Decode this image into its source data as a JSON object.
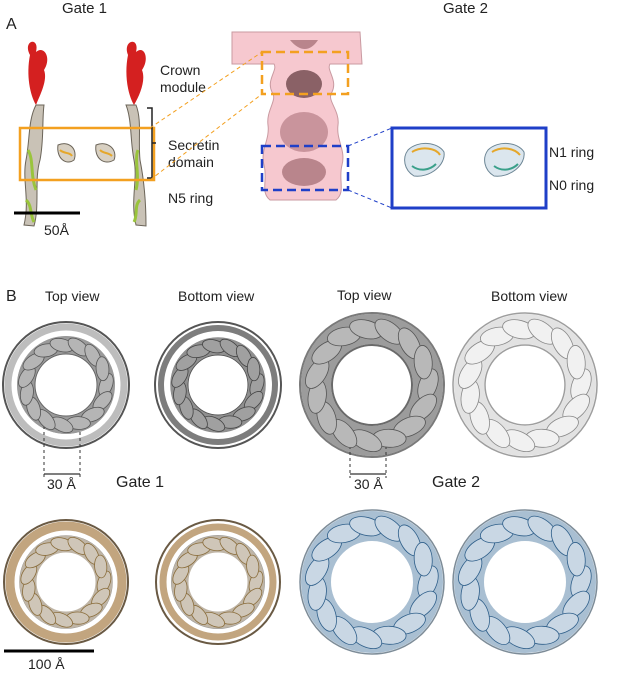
{
  "panelA": {
    "letter": "A",
    "gate1_title": "Gate 1",
    "gate2_title": "Gate 2",
    "crown_module_line1": "Crown",
    "crown_module_line2": "module",
    "secretin_line1": "Secretin",
    "secretin_line2": "domain",
    "n5_ring": "N5 ring",
    "scale_50": "50Å",
    "n1_ring": "N1 ring",
    "n0_ring": "N0 ring"
  },
  "panelB": {
    "letter": "B",
    "top_view_1": "Top view",
    "bottom_view_1": "Bottom view",
    "top_view_2": "Top view",
    "bottom_view_2": "Bottom view",
    "scale_30_a": "30 Å",
    "scale_30_b": "30 Å",
    "gate1_label": "Gate 1",
    "gate2_label": "Gate 2",
    "scale_100": "100 Å"
  },
  "colors": {
    "orange_box": "#f3a020",
    "blue_box": "#1f3fc8",
    "pink_density": "#f6c8cf",
    "crown_red": "#d42020",
    "ribbon_blue": "#3d7fba",
    "ribbon_orange": "#e59a2a",
    "ring_tan": "#c2a57f"
  }
}
